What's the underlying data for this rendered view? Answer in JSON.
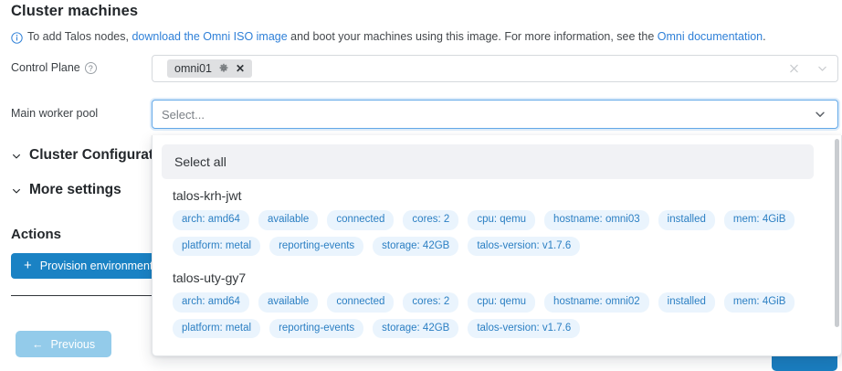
{
  "section": {
    "title": "Cluster machines",
    "info": {
      "icon": "info-circle-icon",
      "text_before": "To add Talos nodes,",
      "link1": "download the Omni ISO image",
      "text_middle": "and boot your machines using this image. For more information, see the",
      "link2": "Omni documentation",
      "text_after": "."
    }
  },
  "form": {
    "control_plane": {
      "label": "Control Plane",
      "help_icon": "question-mark-icon",
      "chips": [
        {
          "label": "omni01",
          "gear_icon": "gear-icon",
          "remove_icon": "close-icon"
        }
      ],
      "clear_icon": "clear-icon",
      "caret_icon": "chevron-down-icon"
    },
    "worker_pool": {
      "label": "Main worker pool",
      "placeholder": "Select...",
      "value": "",
      "caret_icon": "chevron-down-icon"
    }
  },
  "dropdown": {
    "select_all_label": "Select all",
    "groups": [
      {
        "name": "talos-krh-jwt",
        "tags_row1": [
          "arch: amd64",
          "available",
          "connected",
          "cores: 2",
          "cpu: qemu",
          "hostname: omni03",
          "installed",
          "mem: 4GiB"
        ],
        "tags_row2": [
          "platform: metal",
          "reporting-events",
          "storage: 42GB",
          "talos-version: v1.7.6"
        ]
      },
      {
        "name": "talos-uty-gy7",
        "tags_row1": [
          "arch: amd64",
          "available",
          "connected",
          "cores: 2",
          "cpu: qemu",
          "hostname: omni02",
          "installed",
          "mem: 4GiB"
        ],
        "tags_row2": [
          "platform: metal",
          "reporting-events",
          "storage: 42GB",
          "talos-version: v1.7.6"
        ]
      }
    ]
  },
  "collapsibles": [
    {
      "label": "Cluster Configuration",
      "chevron": "chevron-down-icon"
    },
    {
      "label": "More settings",
      "chevron": "chevron-down-icon"
    }
  ],
  "actions": {
    "title": "Actions",
    "provision_label": "Provision environment",
    "provision_icon": "plus-icon",
    "previous_label": "Previous",
    "previous_icon": "arrow-left-icon"
  },
  "colors": {
    "accent": "#1a82c4",
    "link": "#2f80d8",
    "tag_bg": "#eaf4fd",
    "tag_fg": "#2b7fc3",
    "chip_bg": "#dfe0e2",
    "previous_disabled": "#93cbea"
  }
}
